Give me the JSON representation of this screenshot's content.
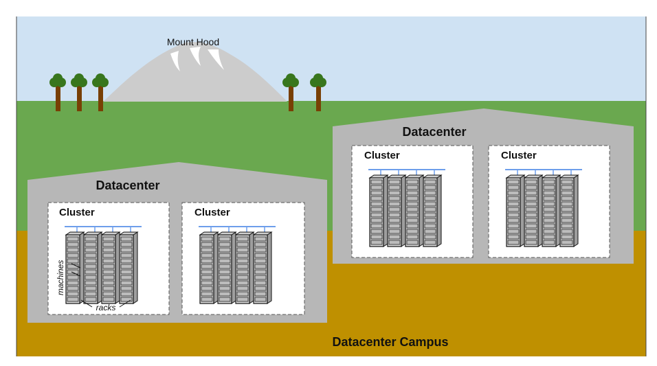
{
  "scene": {
    "mountain_label": "Mount Hood",
    "campus_label": "Datacenter Campus",
    "colors": {
      "sky": "#cfe2f3",
      "grass": "#6aa84f",
      "ground": "#bf9000",
      "mountain": "#cccccc",
      "building": "#b7b7b7",
      "tree_trunk": "#783f04",
      "tree_top": "#38761d",
      "network": "#6d9eeb"
    }
  },
  "datacenters": [
    {
      "label": "Datacenter",
      "clusters": [
        {
          "label": "Cluster",
          "annotations": {
            "machines": "machines",
            "racks": "racks"
          }
        },
        {
          "label": "Cluster"
        }
      ]
    },
    {
      "label": "Datacenter",
      "clusters": [
        {
          "label": "Cluster"
        },
        {
          "label": "Cluster"
        }
      ]
    }
  ]
}
